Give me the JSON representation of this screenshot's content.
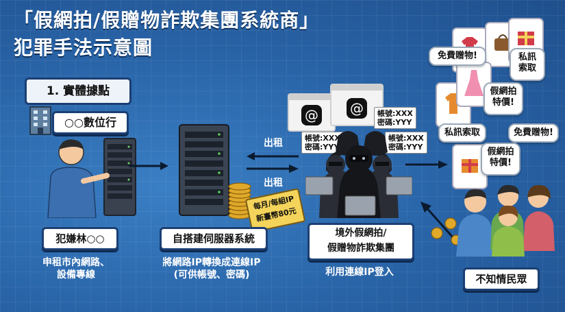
{
  "title": {
    "line1": "「假網拍/假贈物詐欺集團系統商」",
    "line2": "犯罪手法示意圖"
  },
  "section": {
    "label": "1. 實體據點"
  },
  "store": {
    "label": "○○數位行"
  },
  "suspect": {
    "label": "犯嫌林○○",
    "desc_line1": "申租市內網路、",
    "desc_line2": "設備專線"
  },
  "server": {
    "label": "自搭建伺服器系統",
    "desc_line1": "將網路IP轉換成連線IP",
    "desc_line2": "(可供帳號、密碼)"
  },
  "price_tag": {
    "line1": "每月/每組IP",
    "line2": "新臺幣80元"
  },
  "rent_out": {
    "top": "出租",
    "bottom": "出租"
  },
  "credentials": [
    {
      "account": "帳號:XXX",
      "password": "密碼:YYY"
    },
    {
      "account": "帳號:XXX",
      "password": "密碼:YYY"
    },
    {
      "account": "帳號:XXX",
      "password": "密碼:YYY"
    }
  ],
  "group": {
    "label_line1": "境外假網拍/",
    "label_line2": "假贈物詐欺集團",
    "desc": "利用連線IP登入"
  },
  "bubbles": {
    "free_gift_1": "免費贈物!",
    "private_msg_1_line1": "私訊",
    "private_msg_1_line2": "索取",
    "fake_sale_1_line1": "假網拍",
    "fake_sale_1_line2": "特價!",
    "private_msg_2": "私訊索取",
    "free_gift_2": "免費贈物!",
    "fake_sale_2_line1": "假網拍",
    "fake_sale_2_line2": "特價!"
  },
  "victims": {
    "label": "不知情民眾"
  },
  "colors": {
    "background": "#2a66aa",
    "pill_border": "#1b3f73",
    "dark_pill": "#15345f",
    "coin": "#e0a92a"
  },
  "icons": [
    "building-icon",
    "server-rack-icon",
    "coin-stack-icon",
    "threads-logo-icon",
    "hacker-figure-icon",
    "laptop-icon",
    "phone-icon",
    "gift-icon",
    "tshirt-icon",
    "dress-icon",
    "handbag-icon",
    "arrow-right-icon",
    "arrow-left-icon",
    "person-icon"
  ]
}
